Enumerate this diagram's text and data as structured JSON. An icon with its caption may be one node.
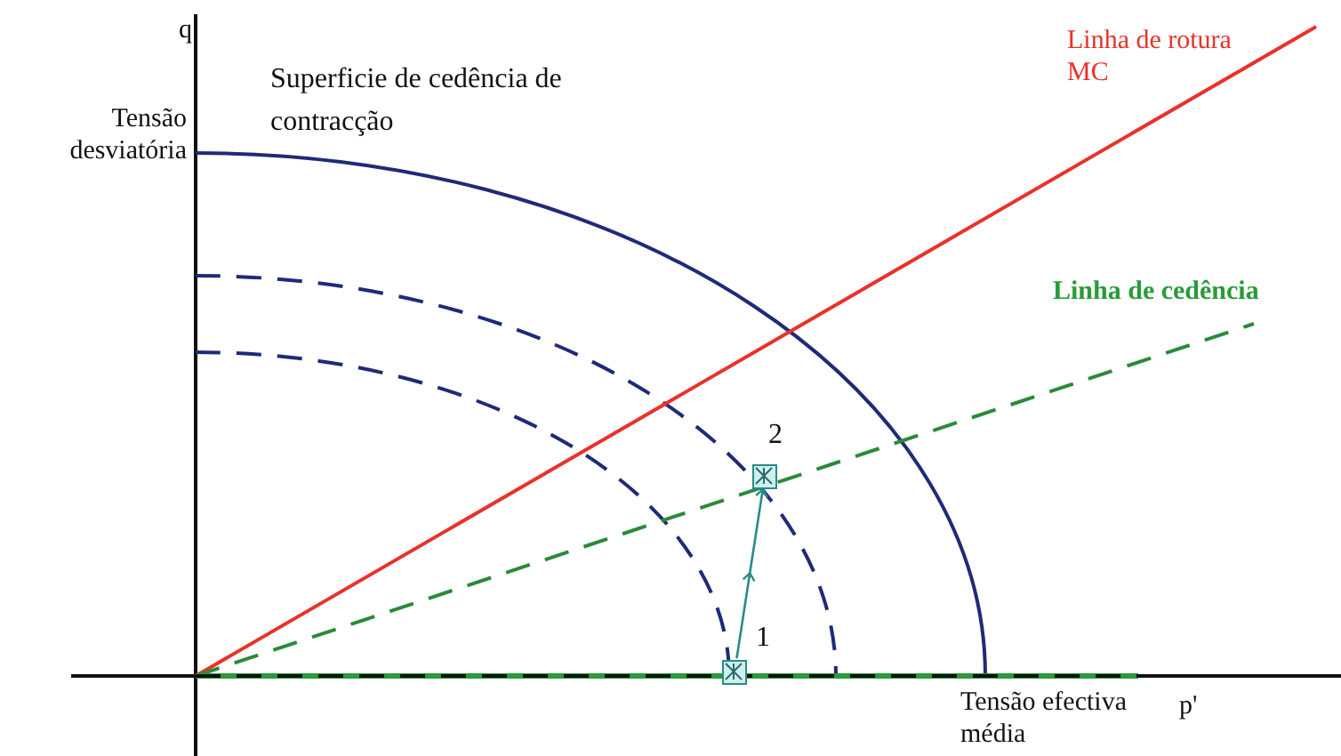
{
  "diagram": {
    "nodes": [
      {
        "text": [],
        "shape": "box",
        "beside": [
          "1"
        ]
      },
      {
        "text": [],
        "shape": "box",
        "beside": [
          "2"
        ]
      }
    ],
    "edges": [
      {
        "from": 0,
        "to": 1,
        "arrow": "to"
      }
    ],
    "labels": [
      "q",
      "Tensão desviatória",
      "Superficie de cedência de contracção",
      "Linha de rotura MC",
      "Linha de cedência",
      "Tensão efectiva média",
      "p'"
    ]
  }
}
